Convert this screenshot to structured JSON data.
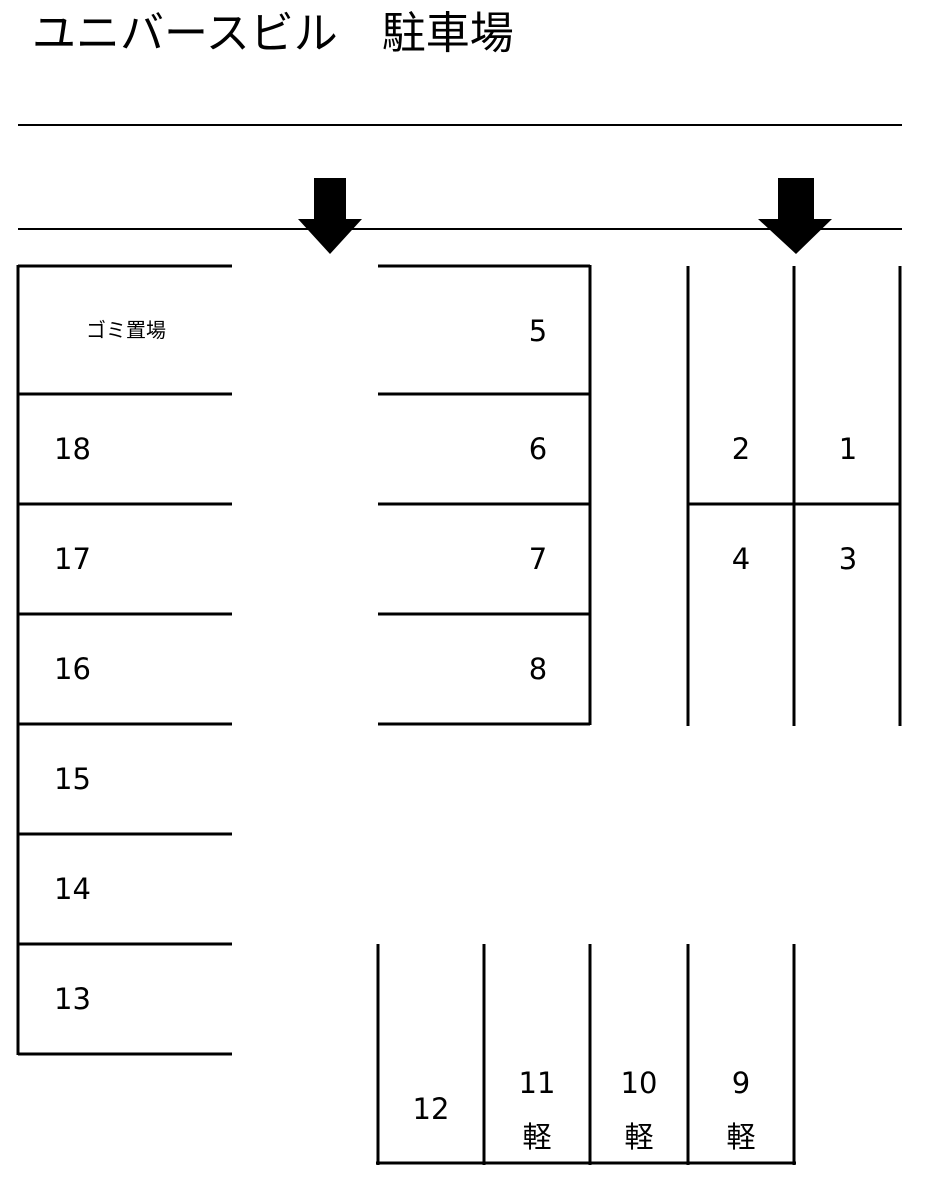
{
  "title": "ユニバースビル　駐車場",
  "trash_area": "ゴミ置場",
  "spaces": {
    "s1": "1",
    "s2": "2",
    "s3": "3",
    "s4": "4",
    "s5": "5",
    "s6": "6",
    "s7": "7",
    "s8": "8",
    "s9": "9",
    "s10": "10",
    "s11": "11",
    "s12": "12",
    "s13": "13",
    "s14": "14",
    "s15": "15",
    "s16": "16",
    "s17": "17",
    "s18": "18"
  },
  "kei": {
    "s9": "軽",
    "s10": "軽",
    "s11": "軽"
  },
  "colors": {
    "line": "#000000",
    "background": "#ffffff"
  },
  "icons": {
    "entrance_arrows": "arrow-down-icon"
  }
}
